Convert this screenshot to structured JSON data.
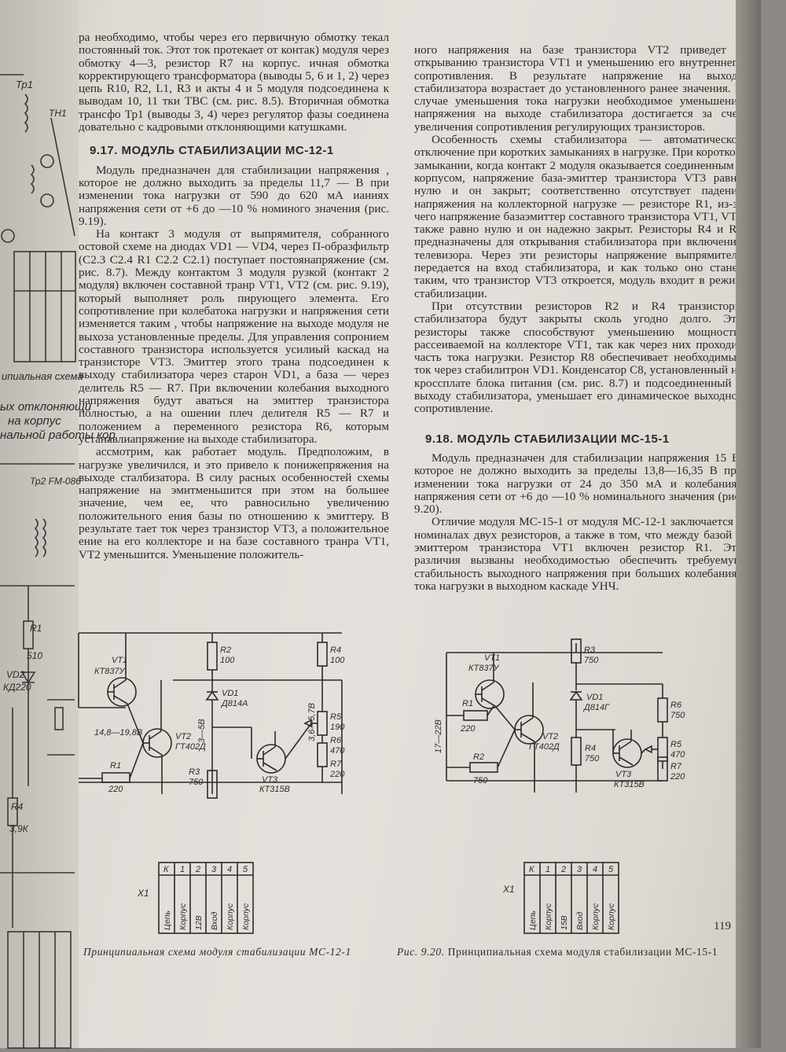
{
  "col1": {
    "intro": "ра необходимо, чтобы через его первичную обмотку текал постоянный ток. Этот ток протекает от контак) модуля через обмотку 4—3, резистор R7 на корпус. ичная обмотка корректирующего трансформатора (выводы 5, 6 и 1, 2) через цепь R10, R2, L1, R3 и акты 4 и 5 модуля подсоединена к выводам 10, 11 тки ТВС (см. рис. 8.5). Вторичная обмотка трансфо Тр1 (выводы 3, 4) через регулятор фазы соединена довательно с кадровыми отклоняющими катушками.",
    "heading": "9.17. МОДУЛЬ СТАБИЛИЗАЦИИ МС-12-1",
    "p1": "Модуль предназначен для стабилизации напряжения , которое не должно выходить за пределы 11,7 — В при изменении тока нагрузки от 590 до 620 мА ианиях напряжения сети от +6 до —10 % номиного значения (рис. 9.19).",
    "p2": "На контакт 3 модуля от выпрямителя, собранного остовой схеме на диодах VD1 — VD4, через П-образфильтр (C2.3 C2.4 R1 C2.2 C2.1) поступает постоянапряжение (см. рис. 8.7). Между контактом 3 модуля рузкой (контакт 2 модуля) включен составной транр VT1, VT2 (см. рис. 9.19), который выполняет роль пирующего элемента. Его сопротивление при колебатока нагрузки и напряжения сети изменяется таким , чтобы напряжение на выходе модуля не выхоза установленные пределы. Для управления сопронием составного транзистора используется усилиый каскад на транзисторе VT3. Эмиттер этого трана подсоединен к выходу стабилизатора через старон VD1, а база — через делитель R5 — R7. При включении колебания выходного напряжения будут аваться на эмиттер транзистора полностью, а на ошении плеч делителя R5 — R7 и положением а переменного резистора R6, которым устанавлиапряжение на выходе стабилизатора.",
    "p3": "ассмотрим, как работает модуль. Предположим, в нагрузке увеличился, и это привело к понижепряжения на выходе сталбизатора. В силу расных особенностей схемы напряжение на эмитменьшится при этом на большее значение, чем ее, что равносильно увеличению положительного ения базы по отношению к эмиттеру. В результате тает ток через транзистор VT3, а положительное ение на его коллекторе и на базе составного транра VT1, VT2 уменьшится. Уменьшение положитель-"
  },
  "col2": {
    "p1": "ного напряжения на базе транзистора VT2 приведет к открыванию транзистора VT1 и уменьшению его внутреннего сопротивления. В результате напряжение на выходе стабилизатора возрастает до установленного ранее значения. В случае уменьшения тока нагрузки необходимое уменьшение напряжения на выходе стабилизатора достигается за счет увеличения сопротивления регулирующих транзисторов.",
    "p2": "Особенность схемы стабилизатора — автоматическое отключение при коротких замыканиях в нагрузке. При коротком замыкании, когда контакт 2 модуля оказывается соединенным с корпусом, напряжение база-эмиттер транзистора VT3 равно нулю и он закрыт; соответственно отсутствует падение напряжения на коллекторной нагрузке — резисторе R1, из-за чего напряжение базаэмиттер составного транзистора VT1, VT2 также равно нулю и он надежно закрыт. Резисторы R4 и R2 предназначены для открывания стабилизатора при включении телевизора. Через эти резисторы напряжение выпрямителя передается на вход стабилизатора, и как только оно станет таким, что транзистор VT3 откроется, модуль входит в режим стабилизации.",
    "p3": "При отсутствии резисторов R2 и R4 транзисторы стабилизатора будут закрыты сколь угодно долго. Эти резисторы также способствуют уменьшению мощности, рассеиваемой на коллекторе VT1, так как через них проходит часть тока нагрузки. Резистор R8 обеспечивает необходимый ток через стабилитрон VD1. Конденсатор C8, установленный на кросcплате блока питания (см. рис. 8.7) и подсоединенный к выходу стабилизатора, уменьшает его динамическое выходное сопротивление.",
    "heading": "9.18. МОДУЛЬ СТАБИЛИЗАЦИИ МС-15-1",
    "p4": "Модуль предназначен для стабилизации напряжения 15 В, которое не должно выходить за пределы 13,8—16,35 В при изменении тока нагрузки от 24 до 350 мА и колебаниях напряжения сети от +6 до —10 % номинального значения (рис. 9.20).",
    "p5": "Отличие модуля МС-15-1 от модуля МС-12-1 заключается в номиналах двух резисторов, а также в том, что между базой и эмиттером транзистора VT1 включен резистор R1. Эти различия вызваны необходимостью обеспечить требуемую стабильность выходного напряжения при больших колебаниях тока нагрузки в выходном каскаде УНЧ."
  },
  "fig1": {
    "caption": "Принципиальная схема модуля стабилизации МС-12-1",
    "vt1": "VT1",
    "vt1_type": "КТ837У",
    "vt2": "VT2",
    "vt2_type": "ГТ402Д",
    "vt3": "VT3",
    "vt3_type": "КТ315В",
    "vd1": "VD1",
    "vd1_type": "Д814А",
    "r1": "R1",
    "r1_val": "220",
    "r2": "R2",
    "r2_val": "100",
    "r3": "R3",
    "r3_val": "750",
    "r4": "R4",
    "r4_val": "100",
    "r5": "R5",
    "r5_val": "190",
    "r6": "R6",
    "r6_val": "470",
    "r7": "R7",
    "r7_val": "220",
    "v_in": "14,8—19,8В",
    "v_zener": "3—5В",
    "v_div": "3,6—5,7В",
    "x1": "X1",
    "pins": [
      "К",
      "1",
      "2",
      "3",
      "4",
      "5"
    ],
    "pin_names": [
      "Цепь",
      "Корпус",
      "12В",
      "Вход",
      "Корпус",
      "Корпус"
    ]
  },
  "fig2": {
    "caption_prefix": "Рис. 9.20.",
    "caption": "Принципиальная схема модуля стабилизации МС-15-1",
    "vt1": "VT1",
    "vt1_type": "КТ837У",
    "vt2": "VT2",
    "vt2_type": "ГТ402Д",
    "vt3": "VT3",
    "vt3_type": "КТ315В",
    "vd1": "VD1",
    "vd1_type": "Д814Г",
    "r1": "R1",
    "r1_val": "220",
    "r2": "R2",
    "r2_val": "750",
    "r3": "R3",
    "r3_val": "750",
    "r4": "R4",
    "r4_val": "750",
    "r5": "R5",
    "r5_val": "470",
    "r6": "R6",
    "r6_val": "750",
    "r7": "R7",
    "r7_val": "220",
    "v_in": "17—22В",
    "x1": "X1",
    "pins": [
      "К",
      "1",
      "2",
      "3",
      "4",
      "5"
    ],
    "pin_names": [
      "Цепь",
      "Корпус",
      "15В",
      "Вход",
      "Корпус",
      "Корпус"
    ]
  },
  "left": {
    "tp1": "Тр1",
    "th1": "ТН1",
    "caption_frag": "ипиальная схема",
    "line1": "ых отклоняющи",
    "line2": "на корпус",
    "line3": "нальной работы кор",
    "tp2": "Тр2 FM-086",
    "r1": "R1",
    "r1_val": "510",
    "vd2": "VD2",
    "vd2_type": "КД220",
    "r4": "R4",
    "r4_val": "3,9К",
    "cap_frag": "9. Принципиальная схема модуля стабилизации МС-12-1"
  },
  "page_number": "119"
}
